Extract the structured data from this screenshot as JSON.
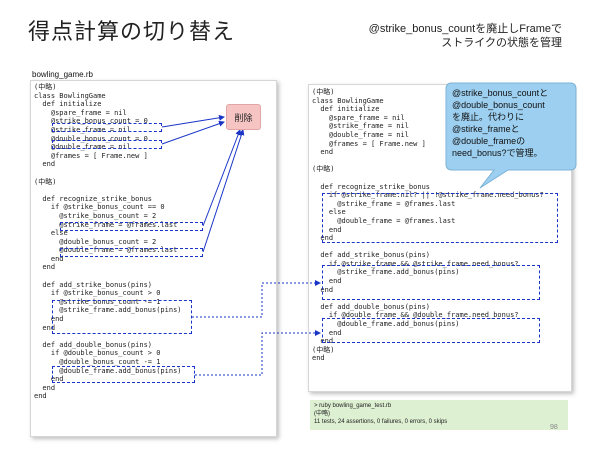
{
  "slide": {
    "title": "得点計算の切り替え",
    "subtitle_line1": "@strike_bonus_countを廃止しFrameで",
    "subtitle_line2": "ストライクの状態を管理",
    "filename": "bowling_game.rb",
    "page_number": "98"
  },
  "left_code": {
    "lines": [
      "(中略)",
      "class BowlingGame",
      "  def initialize",
      "    @spare_frame = nil",
      "    @strike_bonus_count = 0",
      "    @strike_frame = nil",
      "    @double_bonus_count = 0",
      "    @double_frame = nil",
      "    @frames = [ Frame.new ]",
      "  end",
      "",
      "(中略)",
      "",
      "  def recognize_strike_bonus",
      "    if @strike_bonus_count == 0",
      "      @strike_bonus_count = 2",
      "      @strike_frame = @frames.last",
      "    else",
      "      @double_bonus_count = 2",
      "      @double_frame = @frames.last",
      "    end",
      "  end",
      "",
      "  def add_strike_bonus(pins)",
      "    if @strike_bonus_count > 0",
      "      @strike_bonus_count -= 1",
      "      @strike_frame.add_bonus(pins)",
      "    end",
      "  end",
      "",
      "  def add_double_bonus(pins)",
      "    if @double_bonus_count > 0",
      "      @double_bonus_count -= 1",
      "      @double_frame.add_bonus(pins)",
      "    end",
      "  end",
      "end"
    ]
  },
  "delete_label": "削除",
  "right_code": {
    "lines": [
      "(中略)",
      "class BowlingGame",
      "  def initialize",
      "    @spare_frame = nil",
      "    @strike_frame = nil",
      "    @double_frame = nil",
      "    @frames = [ Frame.new ]",
      "  end",
      "",
      "(中略)",
      "",
      "  def recognize_strike_bonus",
      "    if @strike_frame.nil? || !@strike_frame.need_bonus?",
      "      @strike_frame = @frames.last",
      "    else",
      "      @double_frame = @frames.last",
      "    end",
      "  end",
      "",
      "  def add_strike_bonus(pins)",
      "    if @strike_frame && @strike_frame.need_bonus?",
      "      @strike_frame.add_bonus(pins)",
      "    end",
      "  end",
      "",
      "  def add_double_bonus(pins)",
      "    if @double_frame && @double_frame.need_bonus?",
      "      @double_frame.add_bonus(pins)",
      "    end",
      "  end",
      "(中略)",
      "end"
    ]
  },
  "callout": {
    "lines": [
      "@strike_bonus_countと",
      "@double_bonus_count",
      "を廃止。代わりに",
      "@stirke_frameと",
      "@double_frameの",
      "need_bonus?で管理。"
    ]
  },
  "console": {
    "command": "> ruby bowling_game_test.rb",
    "omitted": "(中略)",
    "result": "11 tests, 24 assertions, 0 failures, 0 errors, 0 skips"
  },
  "colors": {
    "accent_blue": "#1a35c6",
    "callout_fill": "#9ccff0",
    "delete_badge": "#f7c4c4",
    "console_bg": "#ddf0d2"
  }
}
